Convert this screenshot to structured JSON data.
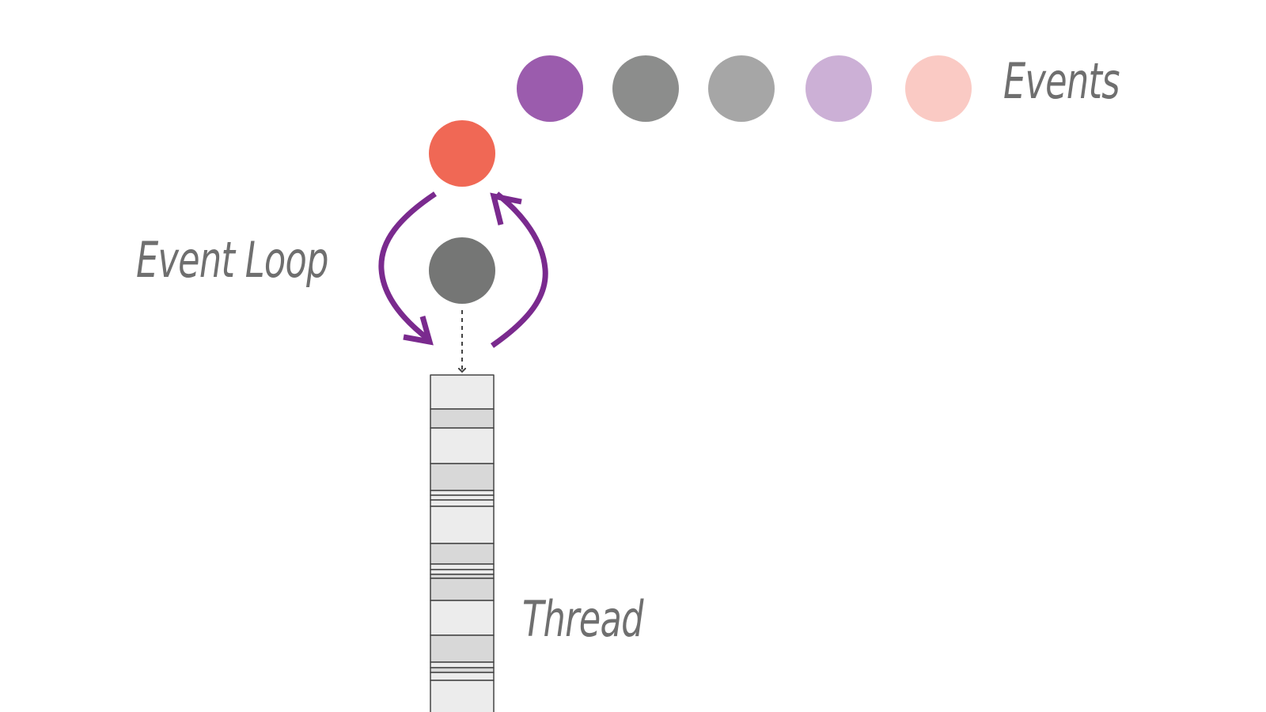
{
  "labels": {
    "events": "Events",
    "event_loop": "Event Loop",
    "thread": "Thread"
  },
  "colors": {
    "queued_events": [
      "#9b5cad",
      "#8c8d8c",
      "#a6a6a6",
      "#ccb0d6",
      "#facac4"
    ],
    "current_event": "#f06855",
    "event_loop_node": "#757675",
    "loop_arrows": "#7a2a8e",
    "thread_block_light": "#ececec",
    "thread_block_dark": "#d8d8d8",
    "thread_outline": "#444444",
    "label_text": "#6f6f6f"
  },
  "icons": {
    "loop_arrows": "circular-arrows",
    "dispatch_arrow": "dashed-down-arrow"
  }
}
